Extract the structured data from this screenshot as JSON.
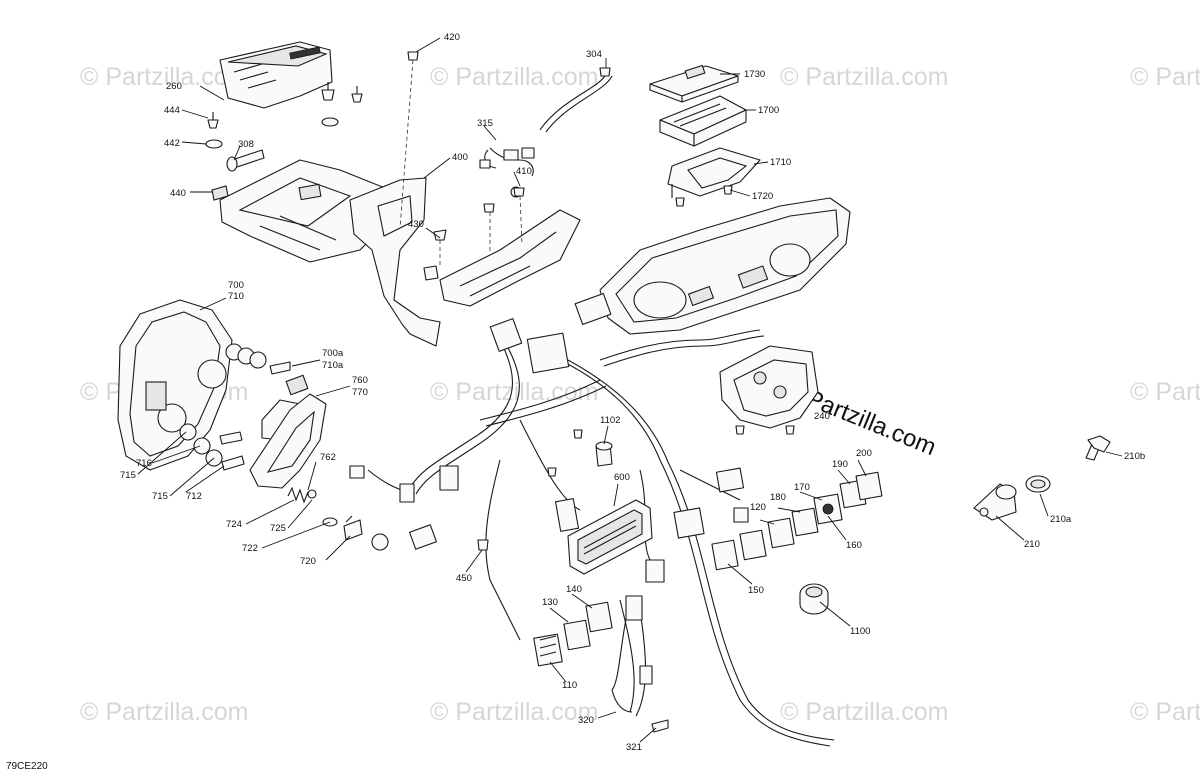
{
  "diagram_code": "79CE220",
  "watermark": "© Partzilla.com",
  "callouts": {
    "c260": "260",
    "c444": "444",
    "c442": "442",
    "c308": "308",
    "c440": "440",
    "c420": "420",
    "c400": "400",
    "c430": "430",
    "c315": "315",
    "c410": "410",
    "c304": "304",
    "c1730": "1730",
    "c1700": "1700",
    "c1710": "1710",
    "c1720": "1720",
    "c700": "700",
    "c710": "710",
    "c700a": "700a",
    "c710a": "710a",
    "c760": "760",
    "c770": "770",
    "c715a": "715",
    "c716": "716",
    "c715b": "715",
    "c712": "712",
    "c762": "762",
    "c724": "724",
    "c725": "725",
    "c722": "722",
    "c720": "720",
    "c1102": "1102",
    "c600": "600",
    "c450": "450",
    "c240": "240",
    "c190": "190",
    "c200": "200",
    "c170": "170",
    "c180": "180",
    "c120": "120",
    "c160": "160",
    "c150": "150",
    "c130": "130",
    "c140": "140",
    "c110": "110",
    "c1100": "1100",
    "c320": "320",
    "c321": "321",
    "c210b": "210b",
    "c210a": "210a",
    "c210": "210"
  }
}
